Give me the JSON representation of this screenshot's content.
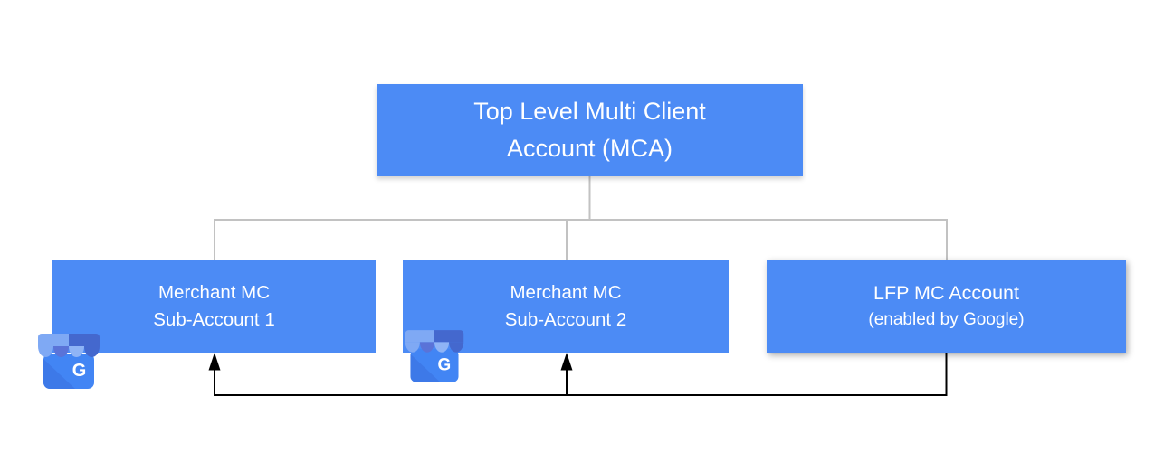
{
  "diagram": {
    "root": {
      "line1": "Top Level Multi Client",
      "line2": "Account (MCA)"
    },
    "children": [
      {
        "line1": "Merchant MC",
        "line2": "Sub-Account 1",
        "icon": "google-business-profile-icon"
      },
      {
        "line1": "Merchant MC",
        "line2": "Sub-Account 2",
        "icon": "google-business-profile-icon"
      },
      {
        "line1": "LFP MC Account",
        "line2": "(enabled by Google)"
      }
    ],
    "icon_letter": "G",
    "colors": {
      "node_fill": "#4C8BF5",
      "node_text": "#FFFFFF",
      "tree_line": "#C2C2C2",
      "flow_line": "#000000",
      "icon_body": "#4285F4",
      "icon_body_shade": "#3A6FDE",
      "icon_awning_light": "#7FA9F4",
      "icon_awning_lighter": "#8FB4F6",
      "icon_awning_indigo": "#5A73D8",
      "icon_awning_dark": "#4468CE"
    }
  }
}
